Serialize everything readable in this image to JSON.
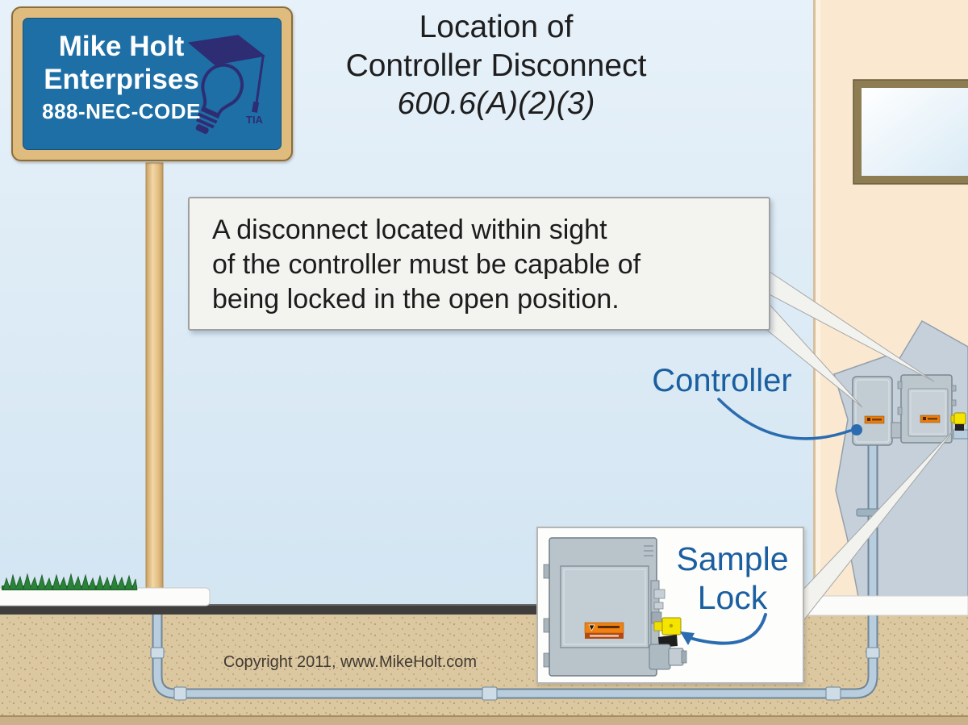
{
  "title": {
    "lines": "Location of\nController Disconnect",
    "code": "600.6(A)(2)(3)"
  },
  "sign": {
    "line1": "Mike Holt",
    "line2": "Enterprises",
    "line3": "888-NEC-CODE",
    "logo_text": "TIA"
  },
  "callout": {
    "text": "A disconnect located within sight\nof the controller must be capable of\nbeing locked in the open position."
  },
  "labels": {
    "controller": "Controller",
    "sample_lock": "Sample\nLock"
  },
  "footer": {
    "copyright": "Copyright 2011, www.MikeHolt.com"
  },
  "colors": {
    "sky_blue": "#d8e9f5",
    "wall_cream": "#fbe8d1",
    "sign_blue": "#1e6fa6",
    "sign_frame_tan": "#dfbc7e",
    "label_blue": "#1b5fa0",
    "arrow_blue": "#2b6cb0",
    "warning_orange": "#ef8212",
    "lock_yellow": "#f4e400",
    "conduit_blue": "#b8cede",
    "dirt_tan": "#dcc8a0",
    "road_dark": "#3f3e3c"
  }
}
